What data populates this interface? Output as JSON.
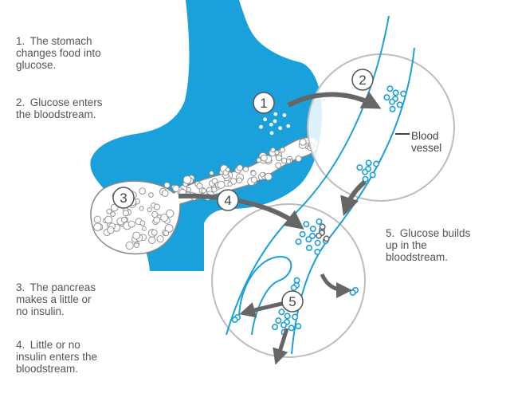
{
  "steps": [
    {
      "num": "1.",
      "text": "The stomach\nchanges food into\nglucose."
    },
    {
      "num": "2.",
      "text": "Glucose enters\nthe bloodstream."
    },
    {
      "num": "3.",
      "text": "The pancreas\nmakes a little or\nno insulin."
    },
    {
      "num": "4.",
      "text": "Little or no\ninsulin enters the\nbloodstream."
    },
    {
      "num": "5.",
      "text": "Glucose builds\nup in the\nbloodstream."
    }
  ],
  "labels": {
    "blood_vessel": "Blood\nvessel"
  },
  "markers": [
    "1",
    "2",
    "3",
    "4",
    "5"
  ],
  "colors": {
    "stomach": "#1aa0db",
    "vessel_line": "#1aa0db",
    "glucose": "#1aa0db",
    "insulin": "#666666",
    "arrow": "#666666",
    "circle_outline": "#bdbdbd",
    "pancreas": "#ffffff"
  }
}
